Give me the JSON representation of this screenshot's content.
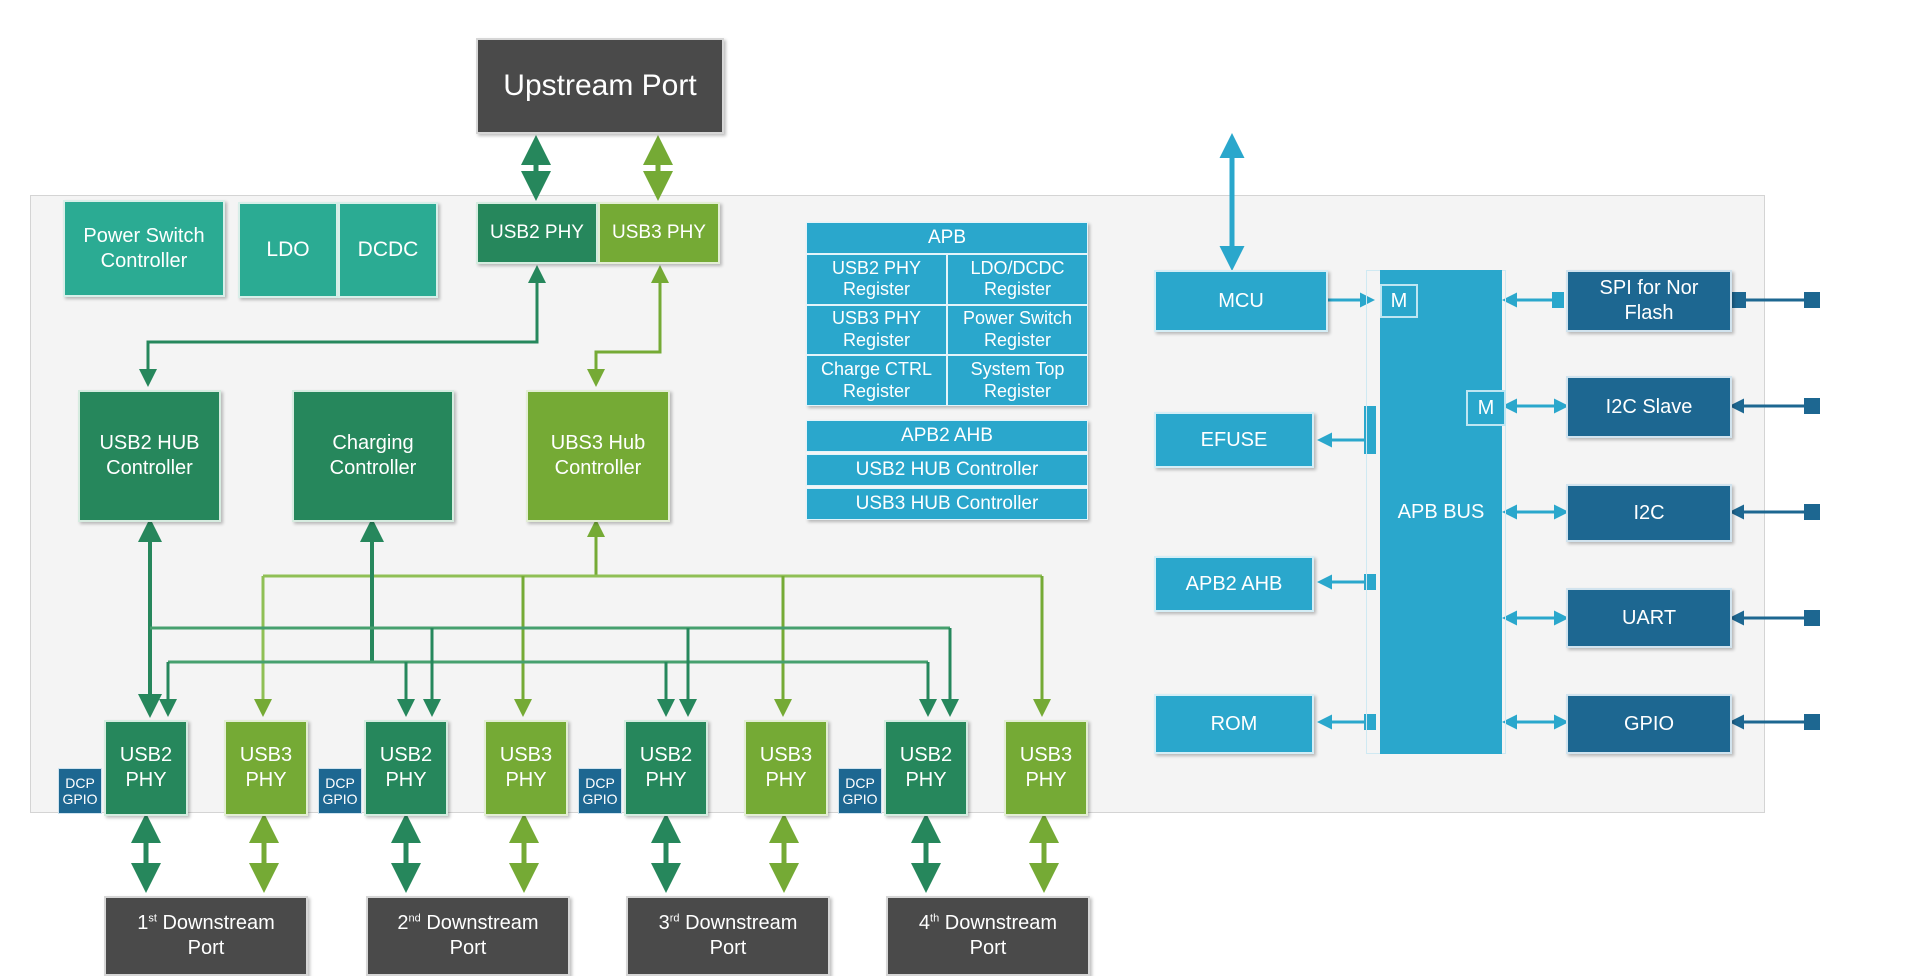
{
  "upstream": {
    "label": "Upstream Port"
  },
  "left_top": {
    "power_switch": [
      "Power Switch",
      "Controller"
    ],
    "ldo": "LDO",
    "dcdc": "DCDC",
    "usb2_phy": "USB2 PHY",
    "usb3_phy": "USB3 PHY"
  },
  "controllers": {
    "usb2_hub": [
      "USB2 HUB",
      "Controller"
    ],
    "charging": [
      "Charging",
      "Controller"
    ],
    "ubs3_hub": [
      "UBS3 Hub",
      "Controller"
    ]
  },
  "apb_table": {
    "header": "APB",
    "cells": [
      [
        "USB2 PHY",
        "Register"
      ],
      [
        "LDO/DCDC",
        "Register"
      ],
      [
        "USB3 PHY",
        "Register"
      ],
      [
        "Power Switch",
        "Register"
      ],
      [
        "Charge CTRL",
        "Register"
      ],
      [
        "System Top",
        "Register"
      ]
    ]
  },
  "apb2_table": {
    "header": "APB2 AHB",
    "rows": [
      "USB2  HUB Controller",
      "USB3  HUB Controller"
    ]
  },
  "phys": {
    "usb2": [
      "USB2",
      "PHY"
    ],
    "usb3": [
      "USB3",
      "PHY"
    ],
    "dcp": [
      "DCP",
      "GPIO"
    ]
  },
  "downstream": [
    {
      "ordinal": "1",
      "sup": "st",
      "word": "Downstream",
      "port": "Port"
    },
    {
      "ordinal": "2",
      "sup": "nd",
      "word": "Downstream",
      "port": "Port"
    },
    {
      "ordinal": "3",
      "sup": "rd",
      "word": "Downstream",
      "port": "Port"
    },
    {
      "ordinal": "4",
      "sup": "th",
      "word": "Downstream",
      "port": "Port"
    }
  ],
  "right": {
    "mcu": "MCU",
    "efuse": "EFUSE",
    "apb2ahb": "APB2 AHB",
    "rom": "ROM",
    "apb_bus": "APB  BUS",
    "m_label": "M",
    "spi": [
      "SPI for Nor",
      "Flash"
    ],
    "i2c_slave": "I2C Slave",
    "i2c": "I2C",
    "uart": "UART",
    "gpio": "GPIO"
  },
  "colors": {
    "gray": "#4a4a4a",
    "teal": "#2bab93",
    "dark_green": "#26875c",
    "light_green": "#75aa35",
    "cyan": "#2aa7cc",
    "navy": "#1d6791",
    "panel": "#f4f4f4"
  }
}
